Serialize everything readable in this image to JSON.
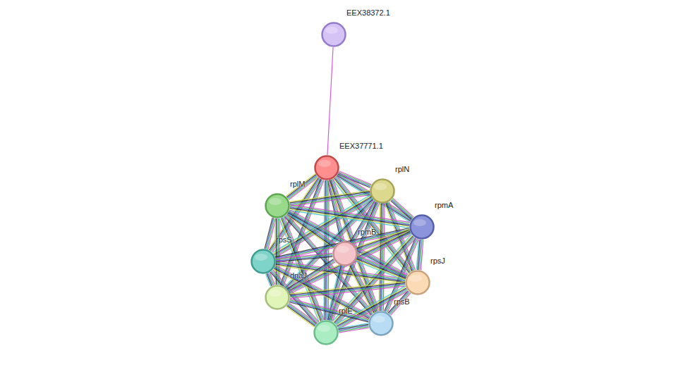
{
  "diagram": {
    "nodes": [
      {
        "text": [
          "EEX38372.1"
        ]
      },
      {
        "text": [
          "EEX37771.1"
        ]
      },
      {
        "text": [
          "rplN"
        ]
      },
      {
        "text": [
          "rplM"
        ]
      },
      {
        "text": [
          "rpmA"
        ]
      },
      {
        "text": [
          "rpsS"
        ]
      },
      {
        "text": [
          "rpmB"
        ]
      },
      {
        "text": [
          "rpsJ"
        ]
      },
      {
        "text": [
          "dnaJ"
        ]
      },
      {
        "text": [
          "rpsB"
        ]
      },
      {
        "text": [
          "rplE"
        ]
      }
    ],
    "edges": [
      {
        "from": 0,
        "to": 1,
        "arrow": "none"
      },
      {
        "from": 1,
        "to": 2,
        "arrow": "none"
      },
      {
        "from": 1,
        "to": 3,
        "arrow": "none"
      },
      {
        "from": 1,
        "to": 4,
        "arrow": "none"
      },
      {
        "from": 1,
        "to": 5,
        "arrow": "none"
      },
      {
        "from": 1,
        "to": 6,
        "arrow": "none"
      },
      {
        "from": 1,
        "to": 7,
        "arrow": "none"
      },
      {
        "from": 1,
        "to": 8,
        "arrow": "none"
      },
      {
        "from": 1,
        "to": 9,
        "arrow": "none"
      },
      {
        "from": 1,
        "to": 10,
        "arrow": "none"
      },
      {
        "from": 2,
        "to": 3,
        "arrow": "none"
      },
      {
        "from": 2,
        "to": 4,
        "arrow": "none"
      },
      {
        "from": 2,
        "to": 5,
        "arrow": "none"
      },
      {
        "from": 2,
        "to": 6,
        "arrow": "none"
      },
      {
        "from": 2,
        "to": 7,
        "arrow": "none"
      },
      {
        "from": 2,
        "to": 8,
        "arrow": "none"
      },
      {
        "from": 2,
        "to": 9,
        "arrow": "none"
      },
      {
        "from": 2,
        "to": 10,
        "arrow": "none"
      },
      {
        "from": 3,
        "to": 4,
        "arrow": "none"
      },
      {
        "from": 3,
        "to": 5,
        "arrow": "none"
      },
      {
        "from": 3,
        "to": 6,
        "arrow": "none"
      },
      {
        "from": 3,
        "to": 7,
        "arrow": "none"
      },
      {
        "from": 3,
        "to": 8,
        "arrow": "none"
      },
      {
        "from": 3,
        "to": 9,
        "arrow": "none"
      },
      {
        "from": 3,
        "to": 10,
        "arrow": "none"
      },
      {
        "from": 4,
        "to": 5,
        "arrow": "none"
      },
      {
        "from": 4,
        "to": 6,
        "arrow": "none"
      },
      {
        "from": 4,
        "to": 7,
        "arrow": "none"
      },
      {
        "from": 4,
        "to": 8,
        "arrow": "none"
      },
      {
        "from": 4,
        "to": 9,
        "arrow": "none"
      },
      {
        "from": 4,
        "to": 10,
        "arrow": "none"
      },
      {
        "from": 5,
        "to": 6,
        "arrow": "none"
      },
      {
        "from": 5,
        "to": 7,
        "arrow": "none"
      },
      {
        "from": 5,
        "to": 8,
        "arrow": "none"
      },
      {
        "from": 5,
        "to": 9,
        "arrow": "none"
      },
      {
        "from": 5,
        "to": 10,
        "arrow": "none"
      },
      {
        "from": 6,
        "to": 7,
        "arrow": "none"
      },
      {
        "from": 6,
        "to": 8,
        "arrow": "none"
      },
      {
        "from": 6,
        "to": 9,
        "arrow": "none"
      },
      {
        "from": 6,
        "to": 10,
        "arrow": "none"
      },
      {
        "from": 7,
        "to": 8,
        "arrow": "none"
      },
      {
        "from": 7,
        "to": 9,
        "arrow": "none"
      },
      {
        "from": 7,
        "to": 10,
        "arrow": "none"
      },
      {
        "from": 8,
        "to": 9,
        "arrow": "none"
      },
      {
        "from": 8,
        "to": 10,
        "arrow": "none"
      },
      {
        "from": 9,
        "to": 10,
        "arrow": "none"
      }
    ]
  }
}
